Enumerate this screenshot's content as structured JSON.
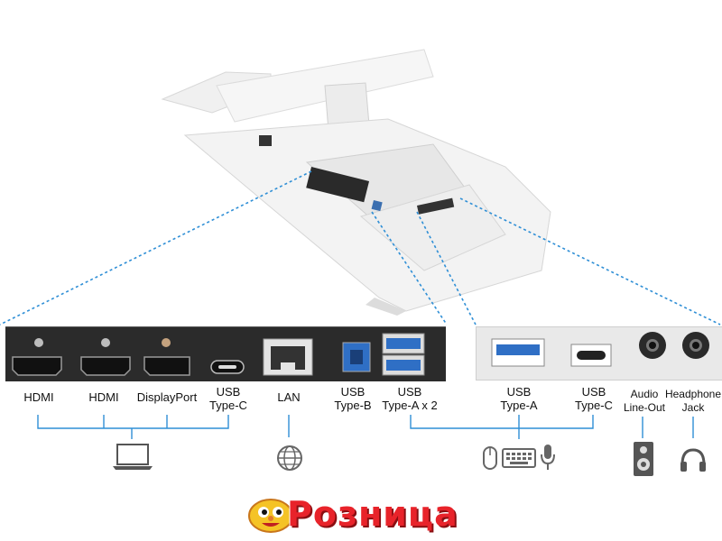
{
  "ports_left": [
    {
      "label": "HDMI"
    },
    {
      "label": "HDMI"
    },
    {
      "label": "DisplayPort"
    },
    {
      "label": "USB\nType-C"
    },
    {
      "label": "LAN"
    },
    {
      "label": "USB\nType-B"
    },
    {
      "label": "USB\nType-A x 2"
    }
  ],
  "ports_right": [
    {
      "label": "USB\nType-A"
    },
    {
      "label": "USB\nType-C"
    },
    {
      "label": "Audio\nLine-Out"
    },
    {
      "label": "Headphone\nJack"
    }
  ],
  "groups": {
    "display_inputs_icon": "laptop-icon",
    "lan_icon": "globe-icon",
    "usb_devices_icons": [
      "mouse-icon",
      "keyboard-icon",
      "microphone-icon"
    ],
    "audio_out_icon": "speaker-icon",
    "headphone_icon": "headphones-icon"
  },
  "logo": {
    "text": "Розница",
    "brand_color": "#e8232a"
  },
  "colors": {
    "line_blue": "#2f8fd6",
    "panel_dark": "#2b2b2b",
    "panel_light": "#e9e9e9"
  }
}
